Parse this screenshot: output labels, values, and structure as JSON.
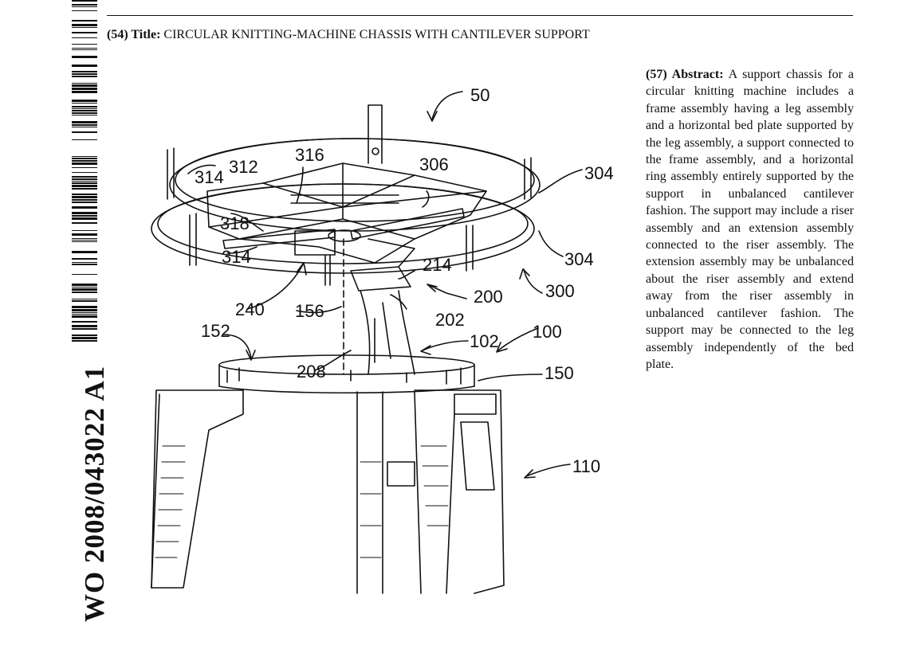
{
  "side": {
    "publication_number": "WO 2008/043022 A1"
  },
  "header": {
    "title_label": "(54) Title:",
    "title_text": "CIRCULAR KNITTING-MACHINE CHASSIS WITH CANTILEVER SUPPORT"
  },
  "abstract": {
    "label": "(57) Abstract:",
    "text": "A support chassis for a circular knitting machine includes a frame assembly having a leg assembly and a horizontal bed plate supported by the leg assembly, a support connected to the frame assembly, and a horizontal ring assembly entirely supported by the support in unbalanced cantilever fashion. The support may include a riser assembly and an extension assembly connected to the riser assembly. The extension assembly may be unbalanced about the riser assembly and extend away from the riser assembly in unbalanced cantilever fashion. The support may be connected to the leg assembly independently of the bed plate."
  },
  "figure": {
    "ref_50": "50",
    "ref_316": "316",
    "ref_312": "312",
    "ref_314_top": "314",
    "ref_306": "306",
    "ref_304_top": "304",
    "ref_318": "318",
    "ref_314_bottom": "314",
    "ref_214": "214",
    "ref_304_bottom": "304",
    "ref_300": "300",
    "ref_200": "200",
    "ref_240": "240",
    "ref_156": "156",
    "ref_202": "202",
    "ref_152": "152",
    "ref_102": "102",
    "ref_100": "100",
    "ref_208": "208",
    "ref_150": "150",
    "ref_110": "110"
  }
}
